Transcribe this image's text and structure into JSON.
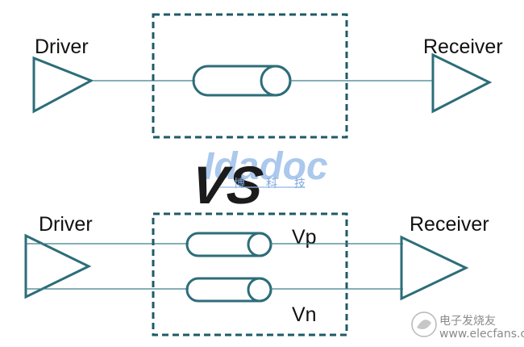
{
  "top": {
    "driver_label": "Driver",
    "receiver_label": "Receiver"
  },
  "middle": {
    "vs_label": "VS",
    "watermark_brand": "Idadoc",
    "watermark_chars": [
      "博",
      "科",
      "技"
    ]
  },
  "bottom": {
    "driver_label": "Driver",
    "receiver_label": "Receiver",
    "vp_label": "Vp",
    "vn_label": "Vn"
  },
  "footer": {
    "watermark": "电子发烧友",
    "url": "www.elecfans.com"
  },
  "colors": {
    "stroke": "#2d6d79",
    "dash": "#1f5a66",
    "wire": "#3f7f8c"
  }
}
